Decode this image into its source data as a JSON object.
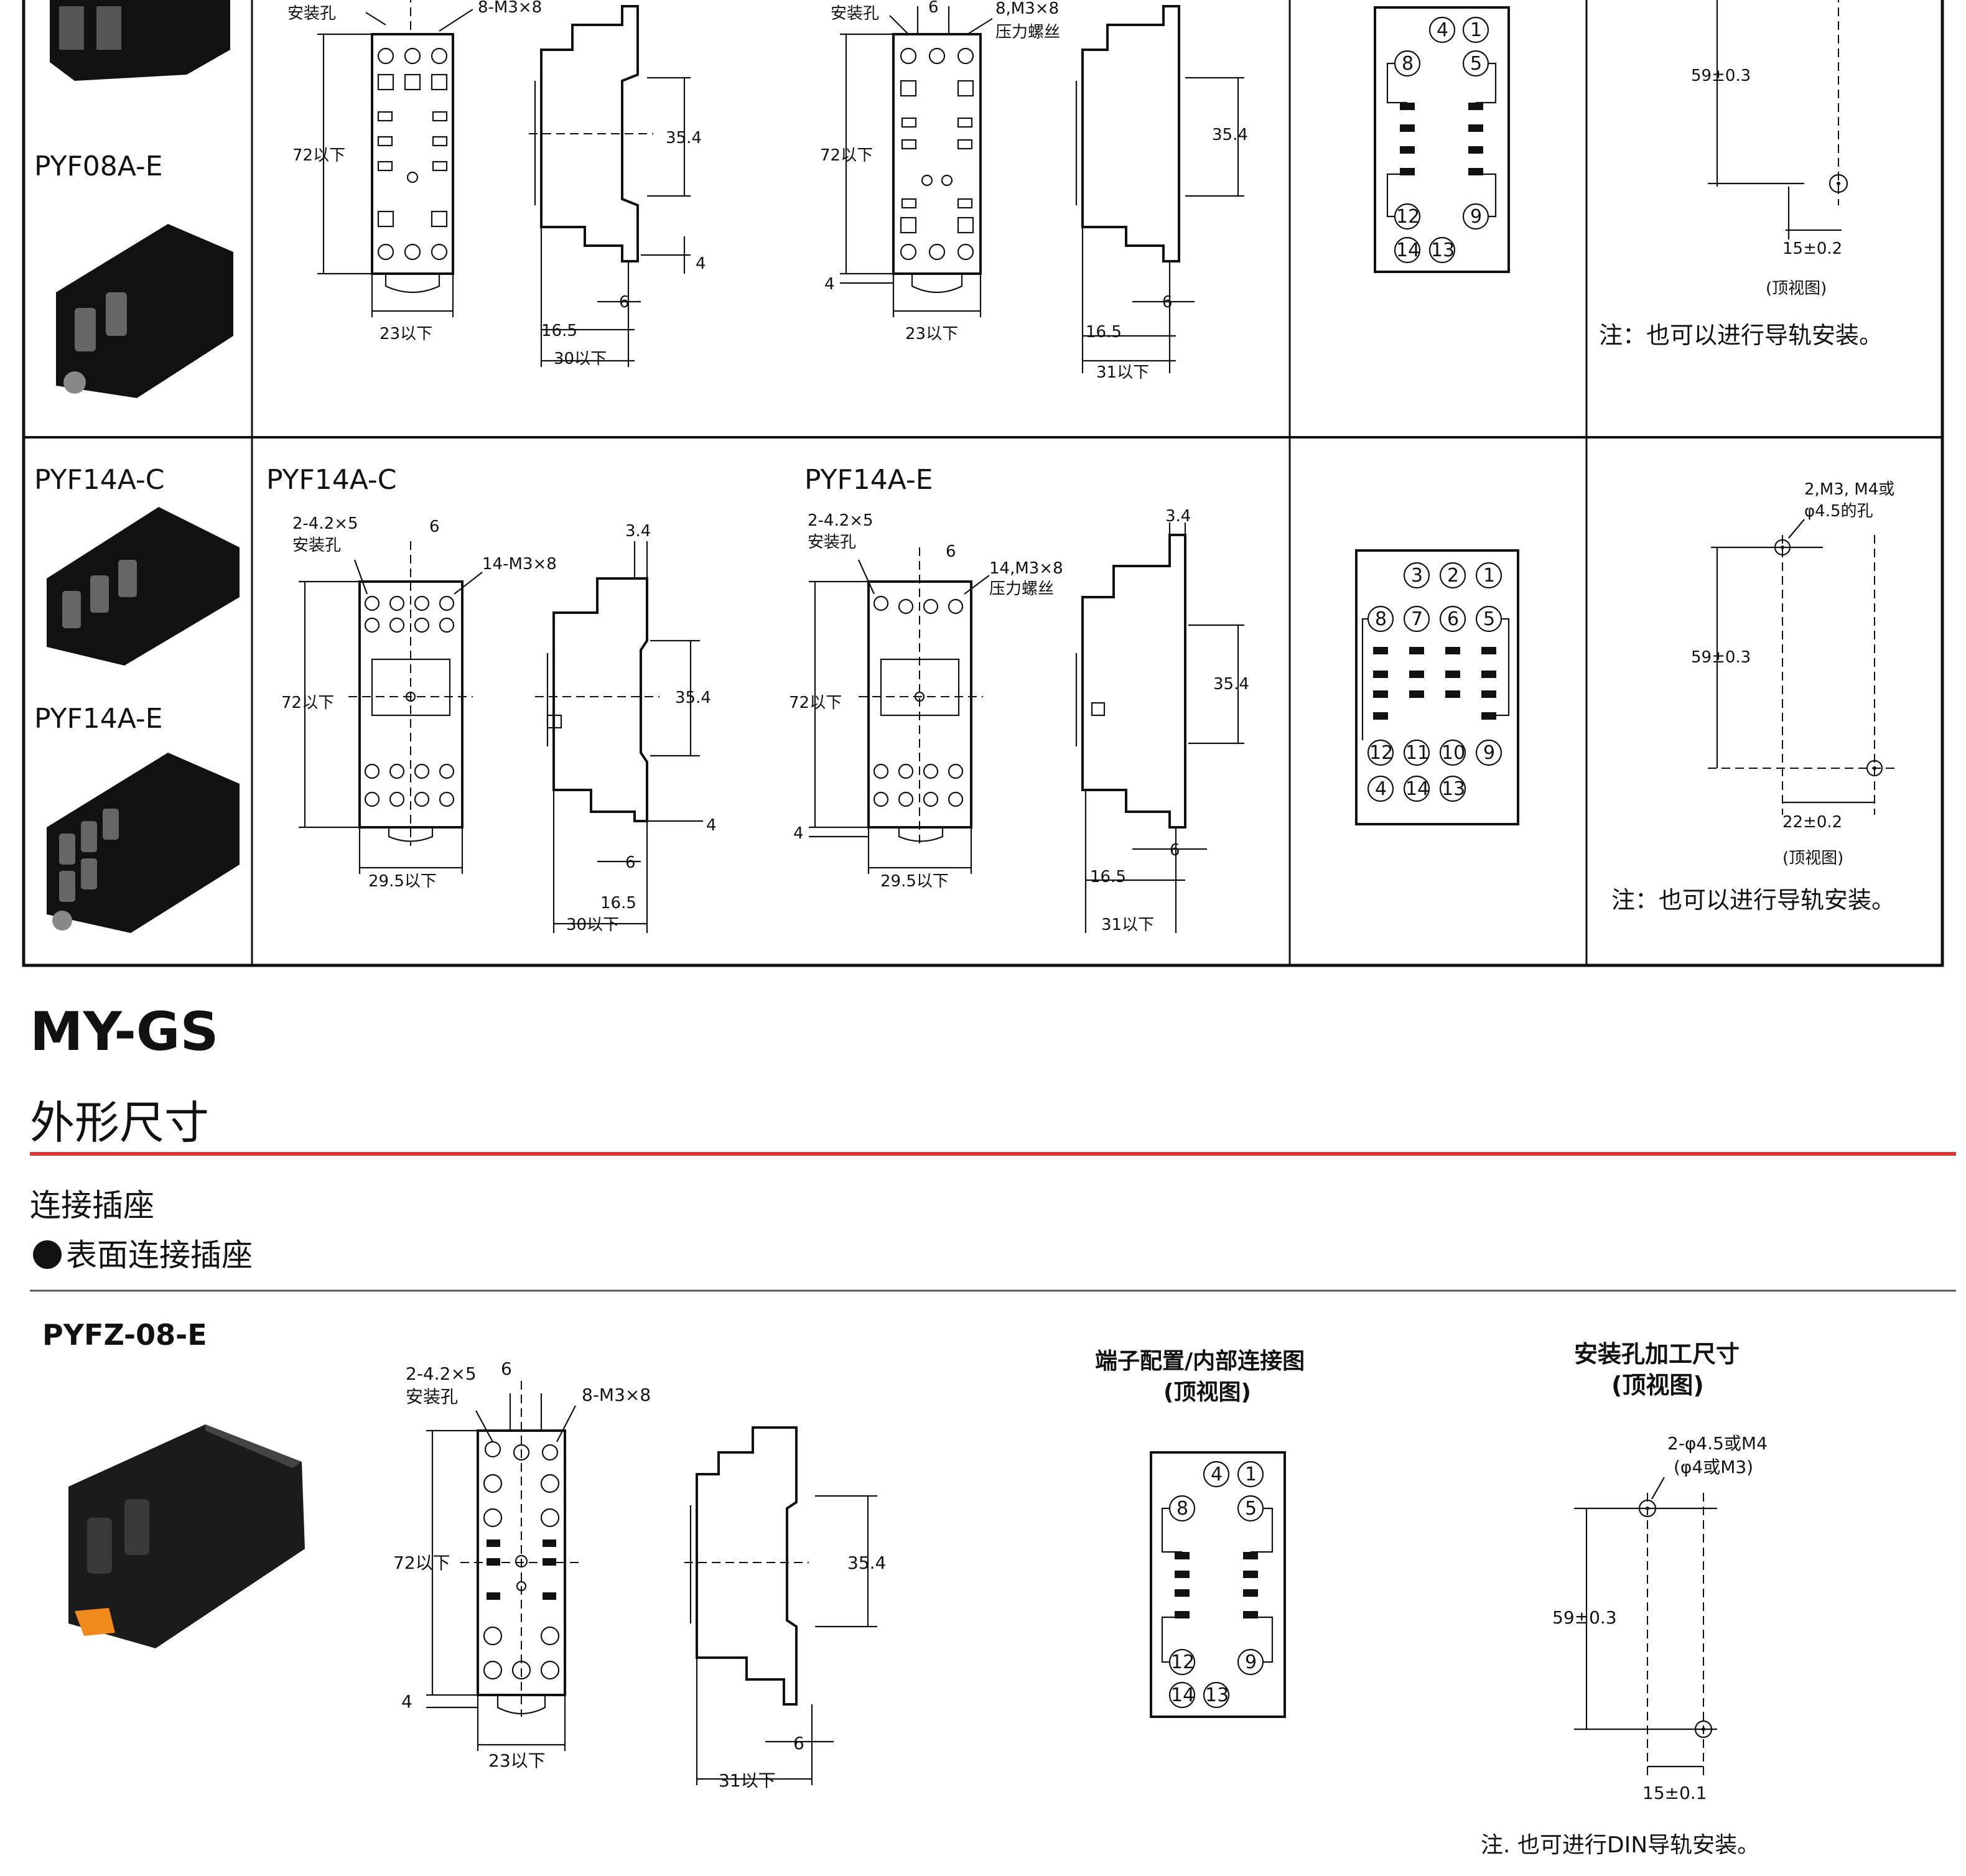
{
  "table": {
    "row1": {
      "product_label": "PYF08A-E",
      "left": {
        "hole_label": "安装孔",
        "screw_label": "8-M3×8",
        "height": "72以下",
        "width": "23以下",
        "side_dim_a": "35.4",
        "side_dim_b": "4",
        "side_dim_c": "6",
        "side_dim_d": "16.5",
        "depth": "30以下"
      },
      "right": {
        "hole_label": "安装孔",
        "dim_top": "6",
        "screw_label": "8,M3×8",
        "screw_note": "压力螺丝",
        "height": "72以下",
        "dim_4": "4",
        "width": "23以下",
        "side_dim_a": "35.4",
        "side_dim_c": "6",
        "side_dim_d": "16.5",
        "depth": "31以下"
      },
      "pins": [
        "4",
        "1",
        "8",
        "5",
        "12",
        "9",
        "14",
        "13"
      ],
      "mount": {
        "dim_v": "59±0.3",
        "dim_h": "15±0.2",
        "view": "(顶视图)",
        "note": "注：也可以进行导轨安装。"
      }
    },
    "row2": {
      "product_c": "PYF14A-C",
      "product_e": "PYF14A-E",
      "drawing_c": {
        "title": "PYF14A-C",
        "hole_label": "2-4.2×5",
        "hole_label2": "安装孔",
        "dim_top": "6",
        "screw_label": "14-M3×8",
        "height": "72以下",
        "width": "29.5以下",
        "side_top": "3.4",
        "side_dim_a": "35.4",
        "side_dim_b": "4",
        "side_dim_c": "6",
        "side_dim_d": "16.5",
        "depth": "30以下"
      },
      "drawing_e": {
        "title": "PYF14A-E",
        "hole_label": "2-4.2×5",
        "hole_label2": "安装孔",
        "dim_top": "6",
        "screw_label": "14,M3×8",
        "screw_note": "压力螺丝",
        "height": "72以下",
        "dim_4": "4",
        "width": "29.5以下",
        "side_top": "3.4",
        "side_dim_a": "35.4",
        "side_dim_c": "6",
        "side_dim_d": "16.5",
        "depth": "31以下"
      },
      "pins": [
        "3",
        "2",
        "1",
        "8",
        "7",
        "6",
        "5",
        "12",
        "11",
        "10",
        "9",
        "4",
        "14",
        "13"
      ],
      "mount": {
        "hole_note": "2,M3, M4或",
        "hole_note2": "φ4.5的孔",
        "dim_v": "59±0.3",
        "dim_h": "22±0.2",
        "view": "(顶视图)",
        "note": "注：也可以进行导轨安装。"
      }
    }
  },
  "section": {
    "model": "MY-GS",
    "title": "外形尺寸",
    "accent": "#d9383a",
    "subtitle": "连接插座",
    "bullet": "表面连接插座"
  },
  "pyfz": {
    "model": "PYFZ-08-E",
    "front": {
      "hole_label": "2-4.2×5",
      "hole_label2": "安装孔",
      "dim_top": "6",
      "screw_label": "8-M3×8",
      "height": "72以下",
      "dim_4": "4",
      "width": "23以下"
    },
    "side": {
      "dim_a": "35.4",
      "dim_c": "6",
      "depth": "31以下"
    },
    "terminal": {
      "title": "端子配置/内部连接图",
      "view": "(顶视图)",
      "pins": [
        "4",
        "1",
        "8",
        "5",
        "12",
        "9",
        "14",
        "13"
      ]
    },
    "mount": {
      "title": "安装孔加工尺寸",
      "view": "(顶视图)",
      "hole_note": "2-φ4.5或M4",
      "hole_note2": "(φ4或M3)",
      "dim_v": "59±0.3",
      "dim_h": "15±0.1",
      "note": "注. 也可进行DIN导轨安装。"
    }
  }
}
